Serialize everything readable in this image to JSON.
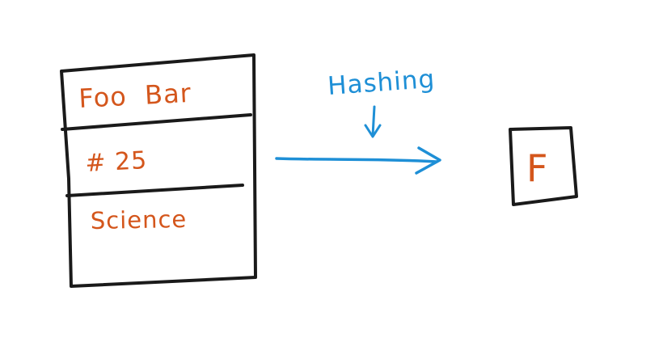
{
  "record": {
    "fields": [
      "Foo  Bar",
      "# 25",
      "Science"
    ]
  },
  "arrow": {
    "label": "Hashing"
  },
  "result": {
    "value": "F"
  },
  "colors": {
    "ink": "#1a1a1a",
    "field_text": "#d4561c",
    "arrow": "#1e8fd6",
    "background": "#ffffff"
  }
}
